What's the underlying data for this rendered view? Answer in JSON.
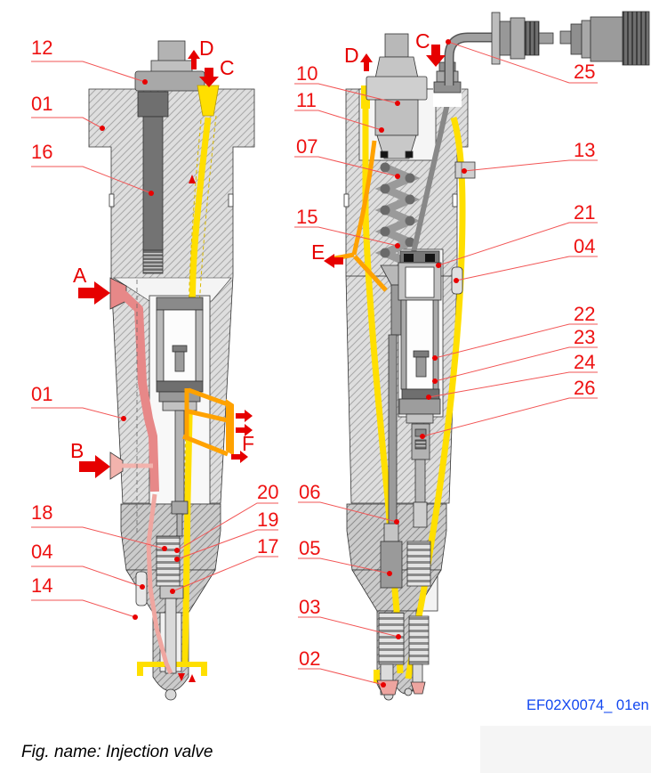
{
  "figure": {
    "caption": "Fig. name: Injection valve",
    "code": "EF02X0074_ 01en"
  },
  "colors": {
    "callout_red": "#ee1111",
    "arrow_red": "#e60000",
    "code_blue": "#1348f0",
    "fuel_yellow": "#ffdf00",
    "return_orange": "#ffa200",
    "supply_pink": "#e78888",
    "leak_pink": "#f2b3ad",
    "body_gray": "#dedede"
  },
  "callouts": {
    "c12": "12",
    "c01a": "01",
    "c16": "16",
    "c01b": "01",
    "c18": "18",
    "c04a": "04",
    "c14": "14",
    "c20": "20",
    "c19": "19",
    "c17": "17",
    "c06": "06",
    "c05": "05",
    "c03": "03",
    "c02": "02",
    "c10": "10",
    "c11": "11",
    "c07": "07",
    "c15": "15",
    "c25": "25",
    "c13": "13",
    "c21": "21",
    "c04b": "04",
    "c22": "22",
    "c23": "23",
    "c24": "24",
    "c26": "26"
  },
  "flow_markers": {
    "a": "A",
    "b": "B",
    "c": "C",
    "d": "D",
    "e": "E",
    "f": "F"
  }
}
